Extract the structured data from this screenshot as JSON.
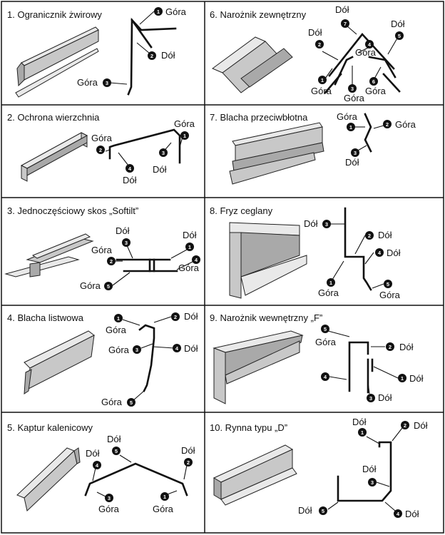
{
  "panels": [
    {
      "title": "1. Ogranicznik żwirowy",
      "labels": [
        "Góra",
        "Dół",
        "Góra"
      ],
      "badges": [
        "1",
        "2",
        "3"
      ]
    },
    {
      "title": "2. Ochrona wierzchnia",
      "labels": [
        "Góra",
        "Góra",
        "Dół",
        "Dół"
      ],
      "badges": [
        "1",
        "2",
        "3",
        "4"
      ]
    },
    {
      "title": "3. Jednoczęściowy skos „Softilt”",
      "labels": [
        "Dół",
        "Dół",
        "Góra",
        "Góra",
        "Góra"
      ],
      "badges": [
        "1",
        "2",
        "3",
        "4",
        "5"
      ]
    },
    {
      "title": "4. Blacha listwowa",
      "labels": [
        "Dół",
        "Góra",
        "Góra",
        "Dół",
        "Góra"
      ],
      "badges": [
        "1",
        "2",
        "3",
        "4",
        "5"
      ]
    },
    {
      "title": "5. Kaptur kalenicowy",
      "labels": [
        "Dół",
        "Dół",
        "Dół",
        "Góra",
        "Góra"
      ],
      "badges": [
        "1",
        "2",
        "3",
        "4",
        "5"
      ]
    },
    {
      "title": "6. Narożnik zewnętrzny",
      "labels": [
        "Dół",
        "Dół",
        "Dół",
        "Góra",
        "Góra",
        "Góra",
        "Góra"
      ],
      "badges": [
        "1",
        "2",
        "3",
        "4",
        "5",
        "6",
        "7"
      ]
    },
    {
      "title": "7. Blacha przeciwbłotna",
      "labels": [
        "Góra",
        "Góra",
        "Dół"
      ],
      "badges": [
        "1",
        "2",
        "3"
      ]
    },
    {
      "title": "8. Fryz ceglany",
      "labels": [
        "Dół",
        "Dół",
        "Dół",
        "Góra",
        "Góra"
      ],
      "badges": [
        "1",
        "2",
        "3",
        "4",
        "5"
      ]
    },
    {
      "title": "9. Narożnik wewnętrzny „F”",
      "labels": [
        "Dół",
        "Dół",
        "Dół",
        "Góra"
      ],
      "badges": [
        "1",
        "2",
        "3",
        "4",
        "5"
      ]
    },
    {
      "title": "10. Rynna typu „D”",
      "labels": [
        "Dół",
        "Dół",
        "Dół",
        "Dół",
        "Dół"
      ],
      "badges": [
        "1",
        "2",
        "3",
        "4",
        "5"
      ]
    }
  ]
}
